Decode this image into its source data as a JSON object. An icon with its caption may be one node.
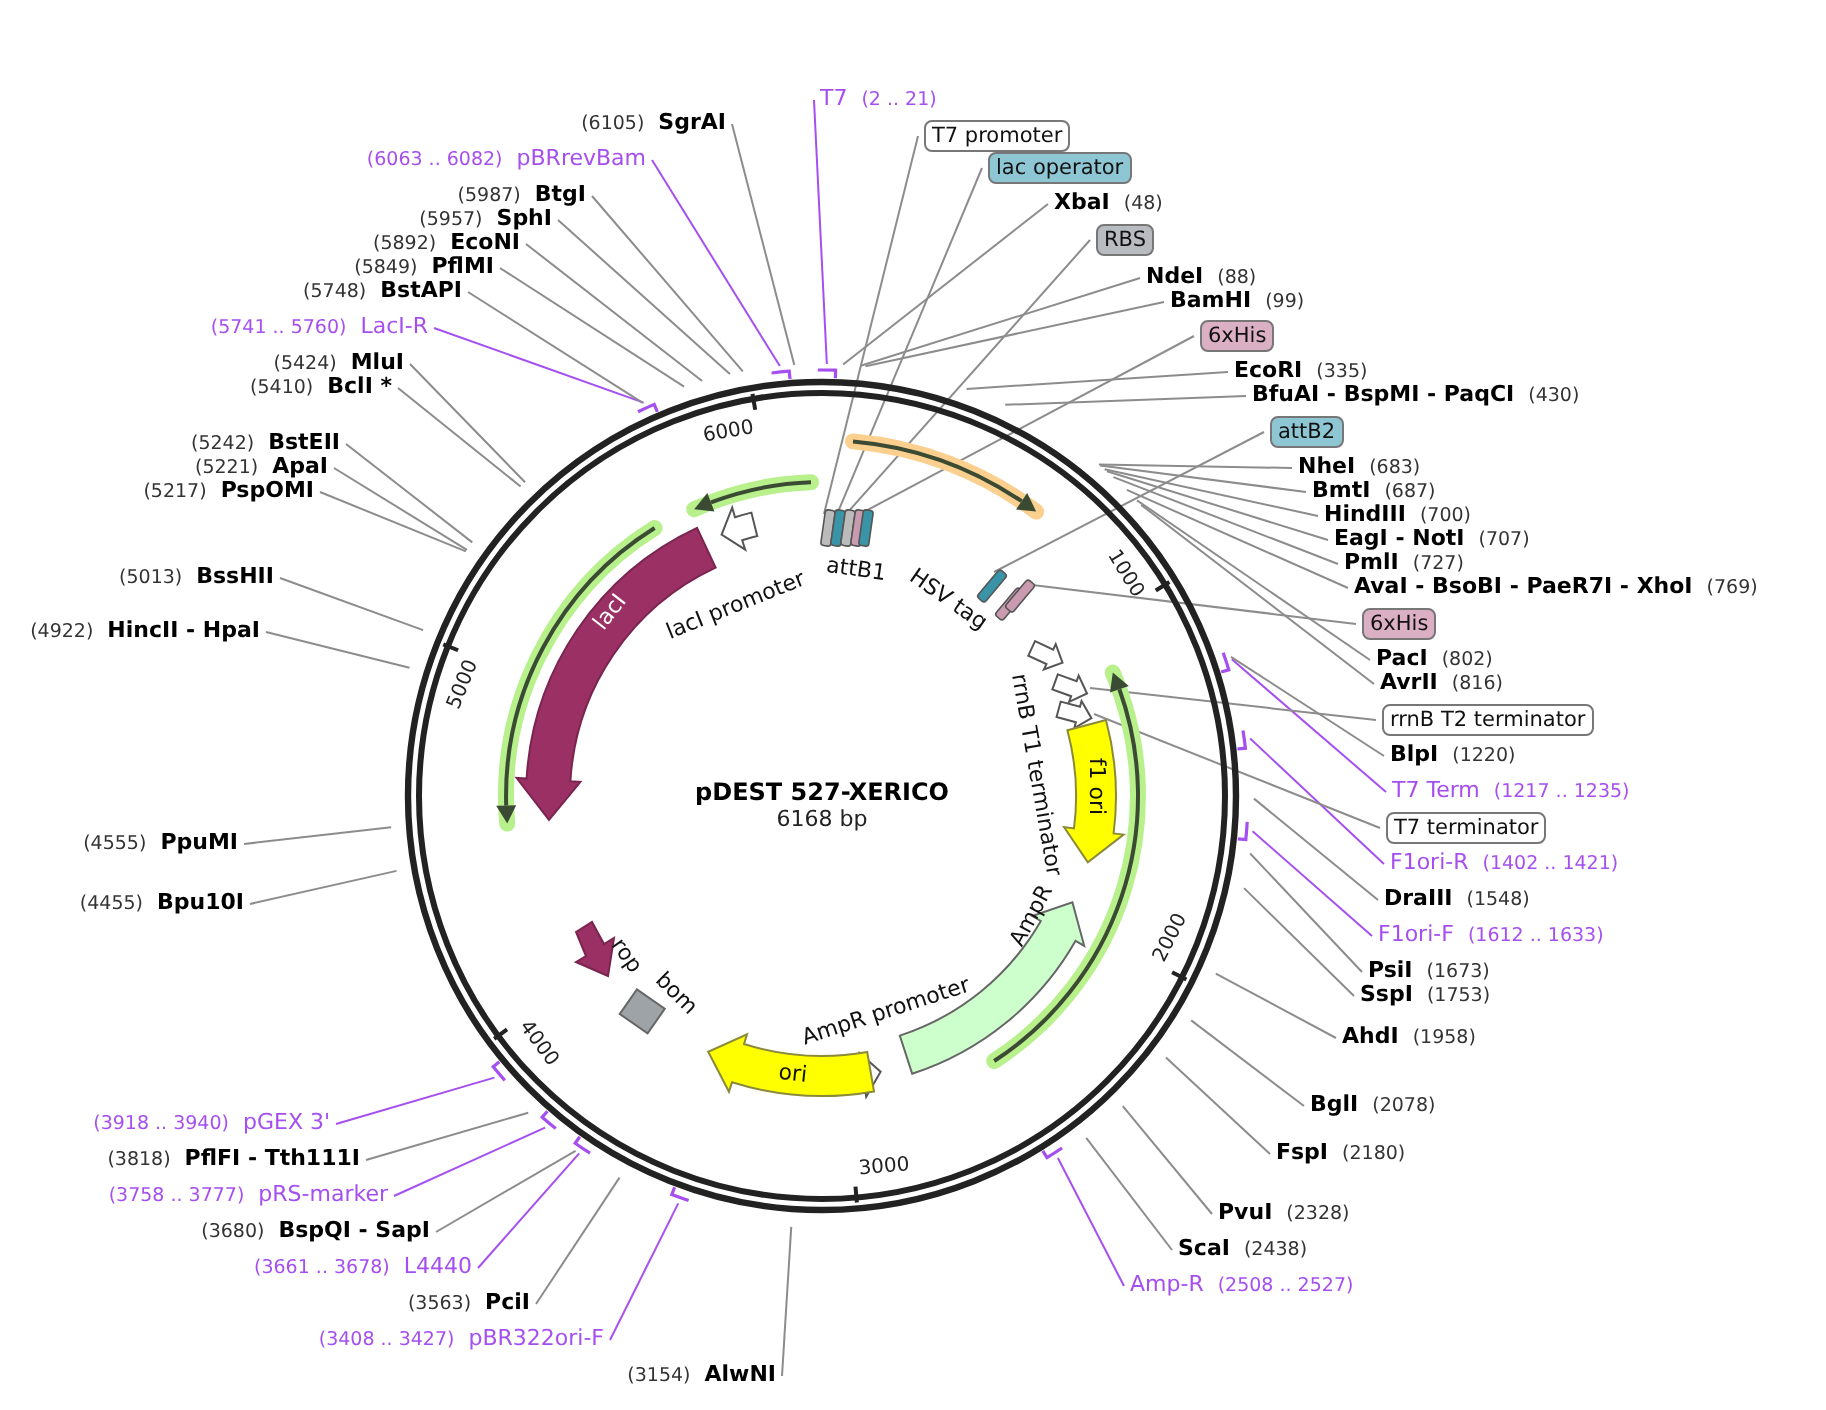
{
  "diagram": {
    "title": "pDEST 527-XERICO",
    "caption": "6168 bp",
    "nodes": [
      {
        "text": [
          "(6105)",
          "SgrAI"
        ]
      },
      {
        "text": [
          "(6063 .. 6082)",
          "pBRrevBam"
        ]
      },
      {
        "text": [
          "(5987)",
          "BtgI"
        ]
      },
      {
        "text": [
          "(5957)",
          "SphI"
        ]
      },
      {
        "text": [
          "(5892)",
          "EcoNI"
        ]
      },
      {
        "text": [
          "(5849)",
          "PflMI"
        ]
      },
      {
        "text": [
          "(5748)",
          "BstAPI"
        ]
      },
      {
        "text": [
          "(5741 .. 5760)",
          "LacI-R"
        ]
      },
      {
        "text": [
          "(5424)",
          "MluI"
        ]
      },
      {
        "text": [
          "(5410)",
          "BclI *"
        ]
      },
      {
        "text": [
          "(5242)",
          "BstEII"
        ]
      },
      {
        "text": [
          "(5221)",
          "ApaI"
        ]
      },
      {
        "text": [
          "(5217)",
          "PspOMI"
        ]
      },
      {
        "text": [
          "(5013)",
          "BssHII"
        ]
      },
      {
        "text": [
          "(4922)",
          "HincII - HpaI"
        ]
      },
      {
        "text": [
          "(4555)",
          "PpuMI"
        ]
      },
      {
        "text": [
          "(4455)",
          "Bpu10I"
        ]
      },
      {
        "text": [
          "(3918 .. 3940)",
          "pGEX 3'"
        ]
      },
      {
        "text": [
          "(3818)",
          "PflFI - Tth111I"
        ]
      },
      {
        "text": [
          "(3758 .. 3777)",
          "pRS-marker"
        ]
      },
      {
        "text": [
          "(3680)",
          "BspQI - SapI"
        ]
      },
      {
        "text": [
          "(3661 .. 3678)",
          "L4440"
        ]
      },
      {
        "text": [
          "(3563)",
          "PciI"
        ]
      },
      {
        "text": [
          "(3408 .. 3427)",
          "pBR322ori-F"
        ]
      },
      {
        "text": [
          "(3154)",
          "AlwNI"
        ]
      },
      {
        "text": [
          "T7",
          "(2 .. 21)"
        ]
      },
      {
        "text": [
          "T7 promoter"
        ]
      },
      {
        "text": [
          "lac operator"
        ]
      },
      {
        "text": [
          "XbaI",
          "(48)"
        ]
      },
      {
        "text": [
          "RBS"
        ]
      },
      {
        "text": [
          "NdeI",
          "(88)"
        ]
      },
      {
        "text": [
          "BamHI",
          "(99)"
        ]
      },
      {
        "text": [
          "6xHis"
        ]
      },
      {
        "text": [
          "EcoRI",
          "(335)"
        ]
      },
      {
        "text": [
          "BfuAI - BspMI - PaqCI",
          "(430)"
        ]
      },
      {
        "text": [
          "attB2"
        ]
      },
      {
        "text": [
          "NheI",
          "(683)"
        ]
      },
      {
        "text": [
          "BmtI",
          "(687)"
        ]
      },
      {
        "text": [
          "HindIII",
          "(700)"
        ]
      },
      {
        "text": [
          "EagI - NotI",
          "(707)"
        ]
      },
      {
        "text": [
          "PmlI",
          "(727)"
        ]
      },
      {
        "text": [
          "AvaI - BsoBI - PaeR7I - XhoI",
          "(769)"
        ]
      },
      {
        "text": [
          "6xHis"
        ]
      },
      {
        "text": [
          "PacI",
          "(802)"
        ]
      },
      {
        "text": [
          "AvrII",
          "(816)"
        ]
      },
      {
        "text": [
          "rrnB T2 terminator"
        ]
      },
      {
        "text": [
          "BlpI",
          "(1220)"
        ]
      },
      {
        "text": [
          "T7 Term",
          "(1217 .. 1235)"
        ]
      },
      {
        "text": [
          "T7 terminator"
        ]
      },
      {
        "text": [
          "F1ori-R",
          "(1402 .. 1421)"
        ]
      },
      {
        "text": [
          "DraIII",
          "(1548)"
        ]
      },
      {
        "text": [
          "F1ori-F",
          "(1612 .. 1633)"
        ]
      },
      {
        "text": [
          "PsiI",
          "(1673)"
        ]
      },
      {
        "text": [
          "SspI",
          "(1753)"
        ]
      },
      {
        "text": [
          "AhdI",
          "(1958)"
        ]
      },
      {
        "text": [
          "BglI",
          "(2078)"
        ]
      },
      {
        "text": [
          "FspI",
          "(2180)"
        ]
      },
      {
        "text": [
          "PvuI",
          "(2328)"
        ]
      },
      {
        "text": [
          "ScaI",
          "(2438)"
        ]
      },
      {
        "text": [
          "Amp-R",
          "(2508 .. 2527)"
        ]
      },
      {
        "text": [
          "lacI promoter"
        ]
      },
      {
        "text": [
          "attB1"
        ]
      },
      {
        "text": [
          "HSV tag"
        ]
      },
      {
        "text": [
          "rrnB T1 terminator"
        ]
      },
      {
        "text": [
          "f1 ori"
        ]
      },
      {
        "text": [
          "AmpR"
        ]
      },
      {
        "text": [
          "AmpR promoter"
        ]
      },
      {
        "text": [
          "ori"
        ]
      },
      {
        "text": [
          "lacI"
        ]
      },
      {
        "text": [
          "rop"
        ]
      },
      {
        "text": [
          "bom"
        ]
      }
    ],
    "edges": [
      {
        "from": 0,
        "to": null,
        "arrow": "none"
      },
      {
        "from": 1,
        "to": null,
        "arrow": "none",
        "color": "#a64ff0"
      },
      {
        "from": 2,
        "to": null,
        "arrow": "none"
      },
      {
        "from": 3,
        "to": null,
        "arrow": "none"
      },
      {
        "from": 4,
        "to": null,
        "arrow": "none"
      },
      {
        "from": 5,
        "to": null,
        "arrow": "none"
      },
      {
        "from": 6,
        "to": null,
        "arrow": "none"
      },
      {
        "from": 7,
        "to": null,
        "arrow": "none",
        "color": "#a64ff0"
      },
      {
        "from": 8,
        "to": null,
        "arrow": "none"
      },
      {
        "from": 9,
        "to": null,
        "arrow": "none"
      },
      {
        "from": 10,
        "to": null,
        "arrow": "none"
      },
      {
        "from": 11,
        "to": null,
        "arrow": "none"
      },
      {
        "from": 12,
        "to": null,
        "arrow": "none"
      },
      {
        "from": 13,
        "to": null,
        "arrow": "none"
      },
      {
        "from": 14,
        "to": null,
        "arrow": "none"
      },
      {
        "from": 15,
        "to": null,
        "arrow": "none"
      },
      {
        "from": 16,
        "to": null,
        "arrow": "none"
      },
      {
        "from": 17,
        "to": null,
        "arrow": "none",
        "color": "#a64ff0"
      },
      {
        "from": 18,
        "to": null,
        "arrow": "none"
      },
      {
        "from": 19,
        "to": null,
        "arrow": "none",
        "color": "#a64ff0"
      },
      {
        "from": 20,
        "to": null,
        "arrow": "none"
      },
      {
        "from": 21,
        "to": null,
        "arrow": "none",
        "color": "#a64ff0"
      },
      {
        "from": 22,
        "to": null,
        "arrow": "none"
      },
      {
        "from": 23,
        "to": null,
        "arrow": "none",
        "color": "#a64ff0"
      },
      {
        "from": 24,
        "to": null,
        "arrow": "none"
      },
      {
        "from": 25,
        "to": null,
        "arrow": "none",
        "color": "#a64ff0"
      },
      {
        "from": 26,
        "to": 61,
        "arrow": "none"
      },
      {
        "from": 27,
        "to": 61,
        "arrow": "none"
      },
      {
        "from": 28,
        "to": null,
        "arrow": "none"
      },
      {
        "from": 29,
        "to": 61,
        "arrow": "none"
      },
      {
        "from": 30,
        "to": null,
        "arrow": "none"
      },
      {
        "from": 31,
        "to": null,
        "arrow": "none"
      },
      {
        "from": 32,
        "to": 61,
        "arrow": "none"
      },
      {
        "from": 33,
        "to": null,
        "arrow": "none"
      },
      {
        "from": 34,
        "to": null,
        "arrow": "none"
      },
      {
        "from": 35,
        "to": 62,
        "arrow": "none"
      },
      {
        "from": 36,
        "to": null,
        "arrow": "none"
      },
      {
        "from": 37,
        "to": null,
        "arrow": "none"
      },
      {
        "from": 38,
        "to": null,
        "arrow": "none"
      },
      {
        "from": 39,
        "to": null,
        "arrow": "none"
      },
      {
        "from": 40,
        "to": null,
        "arrow": "none"
      },
      {
        "from": 41,
        "to": null,
        "arrow": "none"
      },
      {
        "from": 42,
        "to": 62,
        "arrow": "none"
      },
      {
        "from": 43,
        "to": null,
        "arrow": "none"
      },
      {
        "from": 44,
        "to": null,
        "arrow": "none"
      },
      {
        "from": 45,
        "to": 63,
        "arrow": "none"
      },
      {
        "from": 46,
        "to": null,
        "arrow": "none"
      },
      {
        "from": 47,
        "to": null,
        "arrow": "none",
        "color": "#a64ff0"
      },
      {
        "from": 48,
        "to": 63,
        "arrow": "none"
      },
      {
        "from": 49,
        "to": null,
        "arrow": "none",
        "color": "#a64ff0"
      },
      {
        "from": 50,
        "to": null,
        "arrow": "none"
      },
      {
        "from": 51,
        "to": null,
        "arrow": "none",
        "color": "#a64ff0"
      },
      {
        "from": 52,
        "to": null,
        "arrow": "none"
      },
      {
        "from": 53,
        "to": null,
        "arrow": "none"
      },
      {
        "from": 54,
        "to": null,
        "arrow": "none"
      },
      {
        "from": 55,
        "to": null,
        "arrow": "none"
      },
      {
        "from": 56,
        "to": null,
        "arrow": "none"
      },
      {
        "from": 57,
        "to": null,
        "arrow": "none"
      },
      {
        "from": 58,
        "to": null,
        "arrow": "none"
      },
      {
        "from": 59,
        "to": null,
        "arrow": "none",
        "color": "#a64ff0"
      }
    ],
    "labels": [
      "1000",
      "2000",
      "3000",
      "4000",
      "5000",
      "6000"
    ]
  }
}
